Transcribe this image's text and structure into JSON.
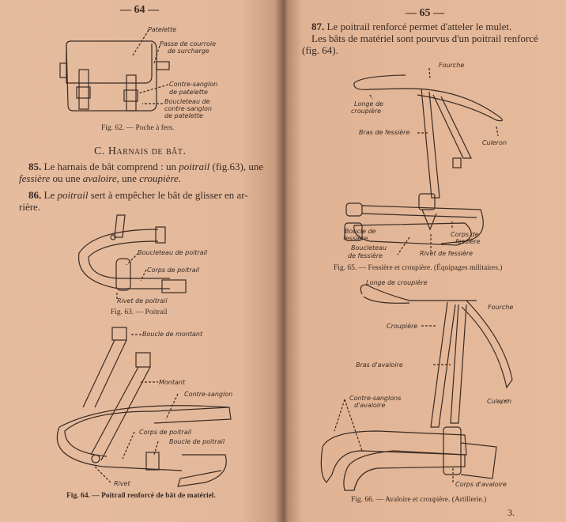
{
  "left_page": {
    "page_number": "— 64 —",
    "fig62": {
      "labels": [
        "Patelette",
        "Passe de courroie",
        "de surcharge",
        "Contre-sanglon",
        "de patelette",
        "Boucleteau de",
        "contre-sanglon",
        "de patelette"
      ],
      "caption": "Fig. 62. — Poche à fers."
    },
    "section_heading": "C. Harnais de bât.",
    "para85": {
      "num": "85.",
      "t1": " Le harnais de bât comprend : un ",
      "i1": "poitrail",
      "t2": " (fig.63), une",
      "i2": "fessière",
      "t3": " ou une ",
      "i3": "avaloire",
      "t4": ", une ",
      "i4": "croupière",
      "t5": "."
    },
    "para86": {
      "num": "86.",
      "t1": " Le ",
      "i1": "poitrail",
      "t2": " sert à empêcher le bât de glisser en ar-",
      "t3": "rière."
    },
    "fig63": {
      "labels": [
        "Boucleteau de poitrail",
        "Corps de poitrail",
        "Rivet de poitrail"
      ],
      "caption": "Fig. 63. — Poitrail"
    },
    "fig64": {
      "labels": [
        "Boucle de montant",
        "Montant",
        "Contre-sanglon",
        "Corps de poitrail",
        "Boucle de poitrail",
        "Rivet"
      ],
      "caption": "Fig. 64. — Poitrail renforcé de bât de matériel."
    }
  },
  "right_page": {
    "page_number": "— 65 —",
    "para87": {
      "num": "87.",
      "line1": " Le poitrail renforcé permet d'atteler le mulet.",
      "line2": "Les bâts de matériel sont pourvus d'un poitrail renforcé",
      "line3": "(fig. 64)."
    },
    "fig65": {
      "labels": [
        "Fourche",
        "Longe de",
        "croupière",
        "Bras de fessière",
        "Culeron",
        "Boucle de",
        "fessière",
        "Corps de",
        "fessière",
        "Boucleteau",
        "de fessière",
        "Rivet de fessière"
      ],
      "caption": "Fig. 65. — Fessière et croupière. (Équipages militaires.)"
    },
    "fig66": {
      "labels": [
        "Longe de croupière",
        "Fourche",
        "Croupière",
        "Bras d'avaloire",
        "Contre-sanglons",
        "d'avaloire",
        "Culeron",
        "Corps d'avaloire"
      ],
      "caption": "Fig. 66. — Avaloire et croupière. (Artillerie.)"
    },
    "signature_mark": "3."
  }
}
